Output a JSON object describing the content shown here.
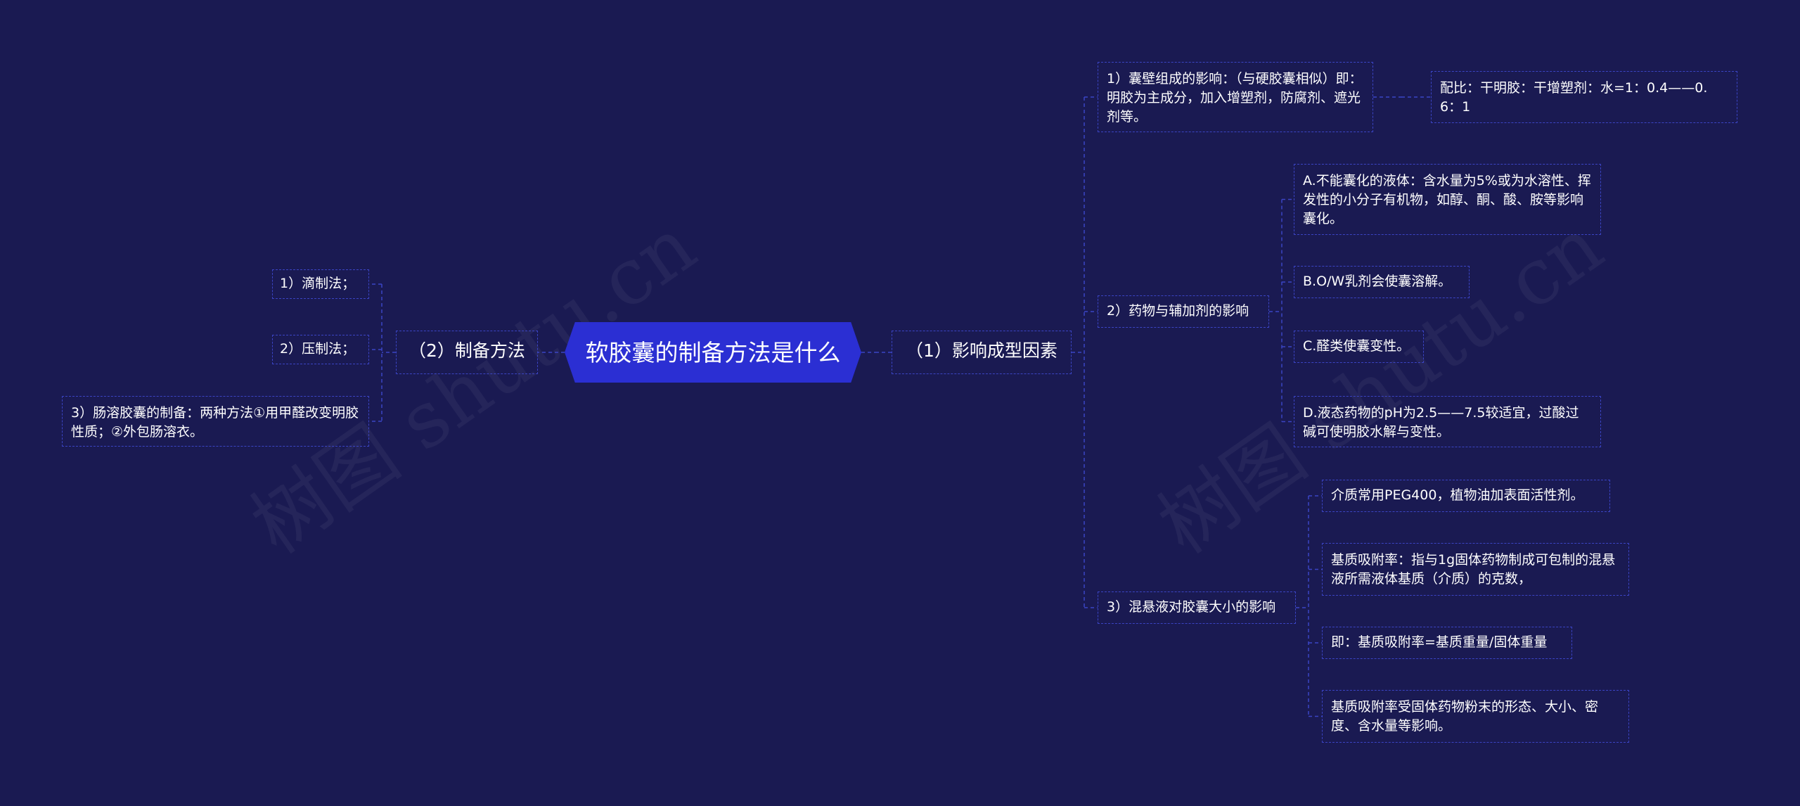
{
  "title": "软胶囊的制备方法是什么",
  "watermark": "树图 shutu.cn",
  "colors": {
    "background": "#1a1a52",
    "root_fill": "#2b2fd3",
    "line": "#3b44c4",
    "text": "#ffffff"
  },
  "left_branch": {
    "label": "（2）制备方法",
    "children": [
      "1）滴制法；",
      "2）压制法；",
      "3）肠溶胶囊的制备：两种方法①用甲醛改变明胶性质；②外包肠溶衣。"
    ]
  },
  "right_branch": {
    "label": "（1）影响成型因素",
    "children": [
      {
        "label": "1）囊壁组成的影响：（与硬胶囊相似）即：明胶为主成分，加入增塑剂，防腐剂、遮光剂等。",
        "details": [
          "配比：干明胶：干增塑剂：水=1：0.4——0.6：1"
        ]
      },
      {
        "label": "2）药物与辅加剂的影响",
        "details": [
          "A.不能囊化的液体：含水量为5%或为水溶性、挥发性的小分子有机物，如醇、酮、酸、胺等影响囊化。",
          "B.O/W乳剂会使囊溶解。",
          "C.醛类使囊变性。",
          "D.液态药物的pH为2.5——7.5较适宜，过酸过碱可使明胶水解与变性。"
        ]
      },
      {
        "label": "3）混悬液对胶囊大小的影响",
        "details": [
          "介质常用PEG400，植物油加表面活性剂。",
          "基质吸附率：指与1g固体药物制成可包制的混悬液所需液体基质（介质）的克数，",
          "即：基质吸附率=基质重量/固体重量",
          "基质吸附率受固体药物粉末的形态、大小、密度、含水量等影响。"
        ]
      }
    ]
  }
}
